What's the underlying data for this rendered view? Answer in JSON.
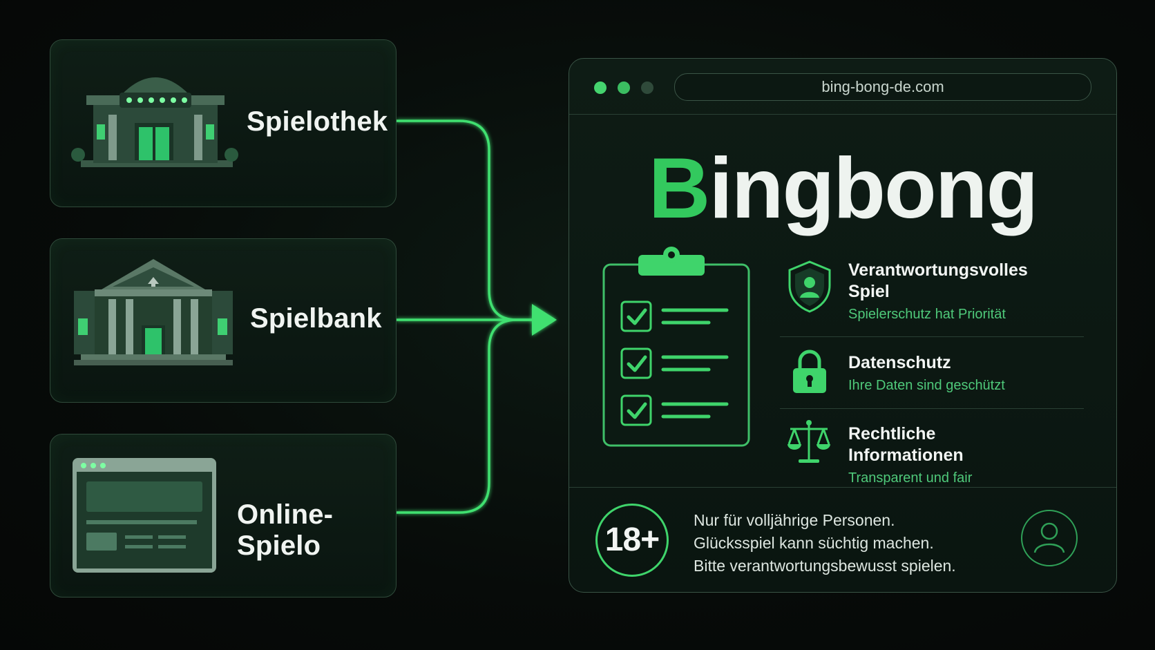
{
  "sources": [
    {
      "label": "Spielothek",
      "icon": "arcade-hall-icon"
    },
    {
      "label": "Spielbank",
      "icon": "casino-building-icon"
    },
    {
      "label": "Online-Spielo",
      "icon": "browser-window-icon"
    }
  ],
  "browser": {
    "url": "bing-bong-de.com",
    "logo_first": "B",
    "logo_rest": "ingbong"
  },
  "features": [
    {
      "title": "Verantwortungsvolles Spiel",
      "subtitle": "Spielerschutz hat Priorität",
      "icon": "shield-user-icon"
    },
    {
      "title": "Datenschutz",
      "subtitle": "Ihre Daten sind geschützt",
      "icon": "padlock-icon"
    },
    {
      "title": "Rechtliche Informationen",
      "subtitle": "Transparent und fair",
      "icon": "scales-icon"
    }
  ],
  "footer": {
    "age_badge": "18+",
    "notice_lines": [
      "Nur für volljährige Personen.",
      "Glücksspiel kann süchtig machen.",
      "Bitte verantwortungsbewusst spielen."
    ]
  },
  "colors": {
    "accent": "#3fd46b",
    "accent_dark": "#2fa057",
    "background": "#070b09",
    "panel": "#0e1c15"
  }
}
